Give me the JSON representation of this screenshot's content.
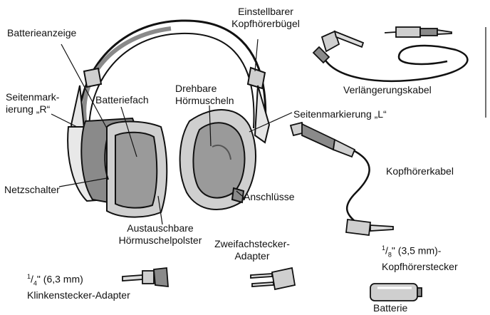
{
  "labels": {
    "bugel_line1": "Einstellbarer",
    "bugel_line2": "Kopfhörerbügel",
    "batterieanzeige": "Batterieanzeige",
    "seiten_r_line1": "Seitenmark-",
    "seiten_r_line2": "ierung „R“",
    "batteriefach": "Batteriefach",
    "drehbare_line1": "Drehbare",
    "drehbare_line2": "Hörmuscheln",
    "verlaengerung": "Verlängerungskabel",
    "seiten_l": "Seitenmarkierung „L“",
    "kopfhoererkabel": "Kopfhörerkabel",
    "netzschalter": "Netzschalter",
    "anschluesse": "Anschlüsse",
    "polster_line1": "Austauschbare",
    "polster_line2": "Hörmuschelpolster",
    "zweifach_line1": "Zweifachstecker-",
    "zweifach_line2": "Adapter",
    "stecker_small_num": "1",
    "stecker_small_den": "8",
    "stecker_small_rest": "\" (3,5 mm)-",
    "stecker_small_line2": "Kopfhörerstecker",
    "klinke_num": "1",
    "klinke_den": "4",
    "klinke_rest": "\" (6,3 mm)",
    "klinke_line2": "Klinkenstecker-Adapter",
    "batterie": "Batterie"
  },
  "colors": {
    "ink": "#111111",
    "shade": "#8a8a8a",
    "light": "#cfcfcf",
    "background": "#ffffff"
  }
}
